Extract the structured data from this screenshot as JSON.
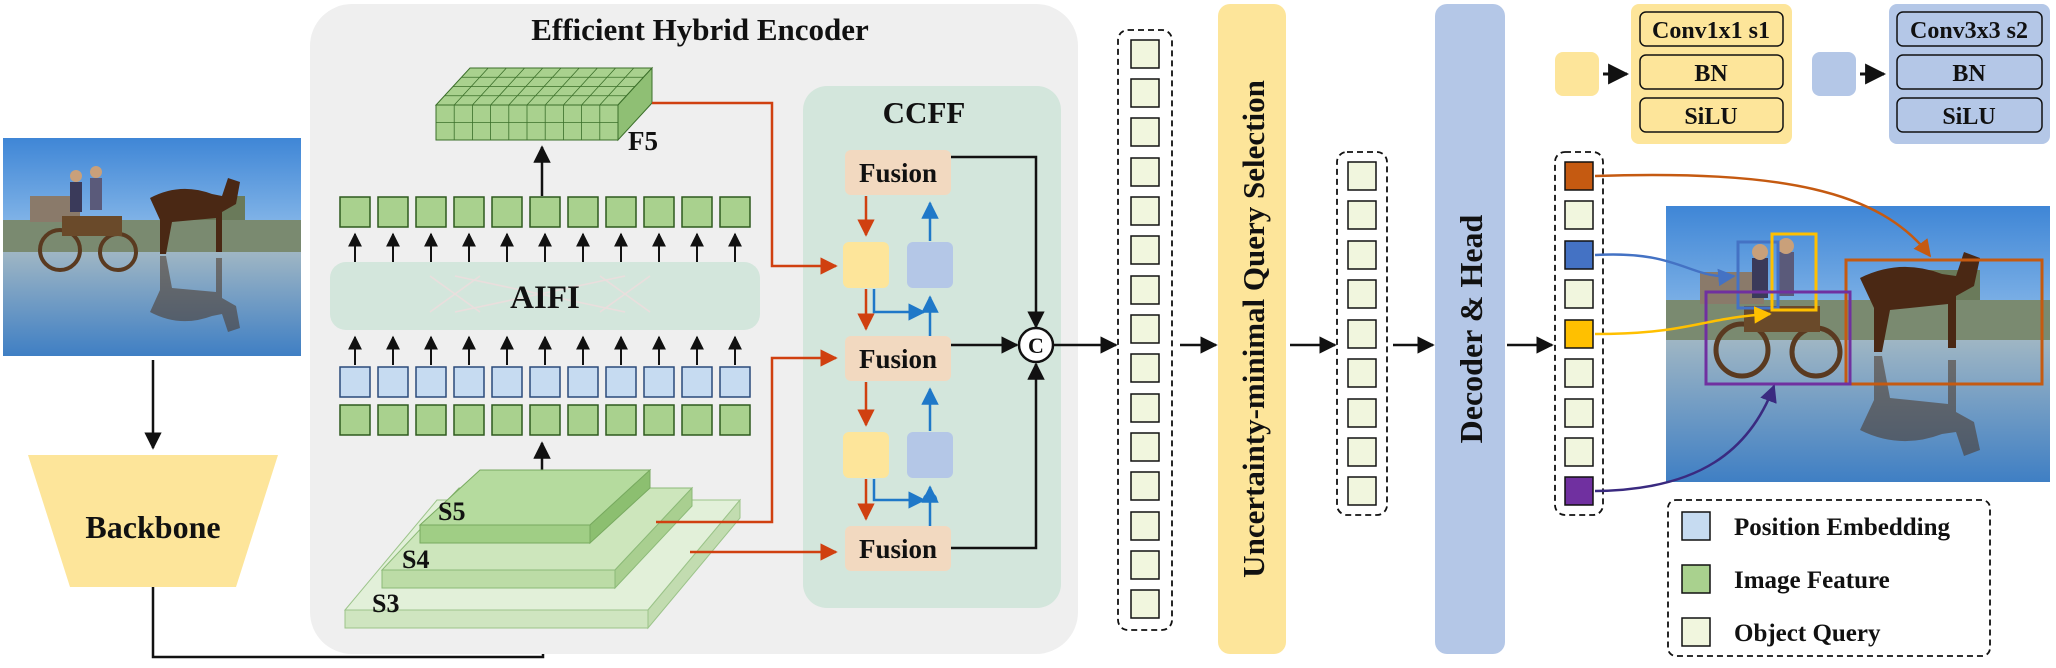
{
  "encoder": {
    "title": "Efficient Hybrid Encoder",
    "aifi_label": "AIFI",
    "f5_label": "F5"
  },
  "ccff": {
    "title": "CCFF",
    "fusion_label": "Fusion",
    "concat_symbol": "C"
  },
  "backbone": {
    "label": "Backbone",
    "stages": [
      "S5",
      "S4",
      "S3"
    ]
  },
  "query_selection": {
    "label": "Uncertainty-minimal Query Selection"
  },
  "decoder": {
    "label": "Decoder & Head"
  },
  "conv_blocks": [
    {
      "layers": [
        "Conv1x1 s1",
        "BN",
        "SiLU"
      ],
      "color": "#fde59a"
    },
    {
      "layers": [
        "Conv3x3 s2",
        "BN",
        "SiLU"
      ],
      "color": "#b4c7e7"
    }
  ],
  "legend": [
    {
      "label": "Position Embedding",
      "color": "#c6dbf1"
    },
    {
      "label": "Image Feature",
      "color": "#a9d18e"
    },
    {
      "label": "Object Query",
      "color": "#f1f6de"
    }
  ],
  "colors": {
    "feature_green": "#a9d18e",
    "position_blue": "#c6dbf1",
    "query_fill": "#f1f6de",
    "fusion_fill": "#f2d9c0",
    "yellow_block": "#fde59a",
    "blue_block": "#b4c7e7",
    "encoder_bg": "#efefef",
    "ccff_bg": "#d3e6dc",
    "red_arrow": "#d04010",
    "blue_arrow": "#1f78c8"
  },
  "detected_queries": [
    {
      "color": "#c55a11"
    },
    {
      "color": "#4472c4"
    },
    {
      "color": "#ffc000"
    },
    {
      "color": "#7030a0"
    }
  ]
}
